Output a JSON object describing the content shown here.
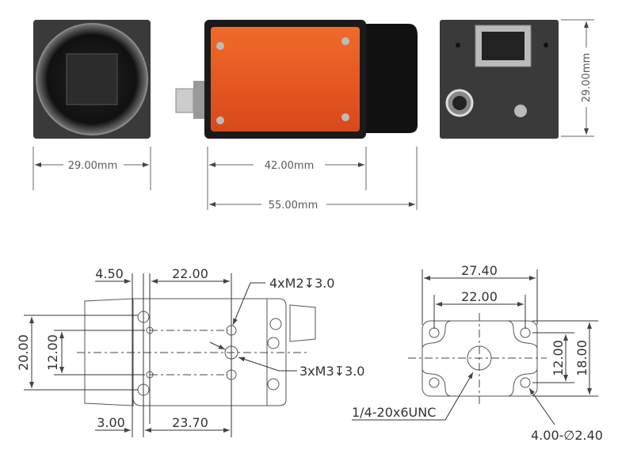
{
  "photos": {
    "front_width": "29.00mm",
    "body_length": "42.00mm",
    "total_length": "55.00mm",
    "back_height": "29.00mm",
    "colors": {
      "body": "#e8571e",
      "housing": "#3a3a3a",
      "dim_line": "#777777"
    }
  },
  "side_drawing": {
    "dim_4_50": "4.50",
    "dim_22_00": "22.00",
    "dim_20_00": "20.00",
    "dim_12_00": "12.00",
    "dim_3_00": "3.00",
    "dim_23_70": "23.70",
    "callout_m2": "4xM2↧3.0",
    "callout_m3": "3xM3↧3.0"
  },
  "bottom_drawing": {
    "dim_27_40": "27.40",
    "dim_22_00": "22.00",
    "dim_12_00": "12.00",
    "dim_18_00": "18.00",
    "callout_unc": "1/4-20x6UNC",
    "callout_holes": "4.00-∅2.40"
  }
}
